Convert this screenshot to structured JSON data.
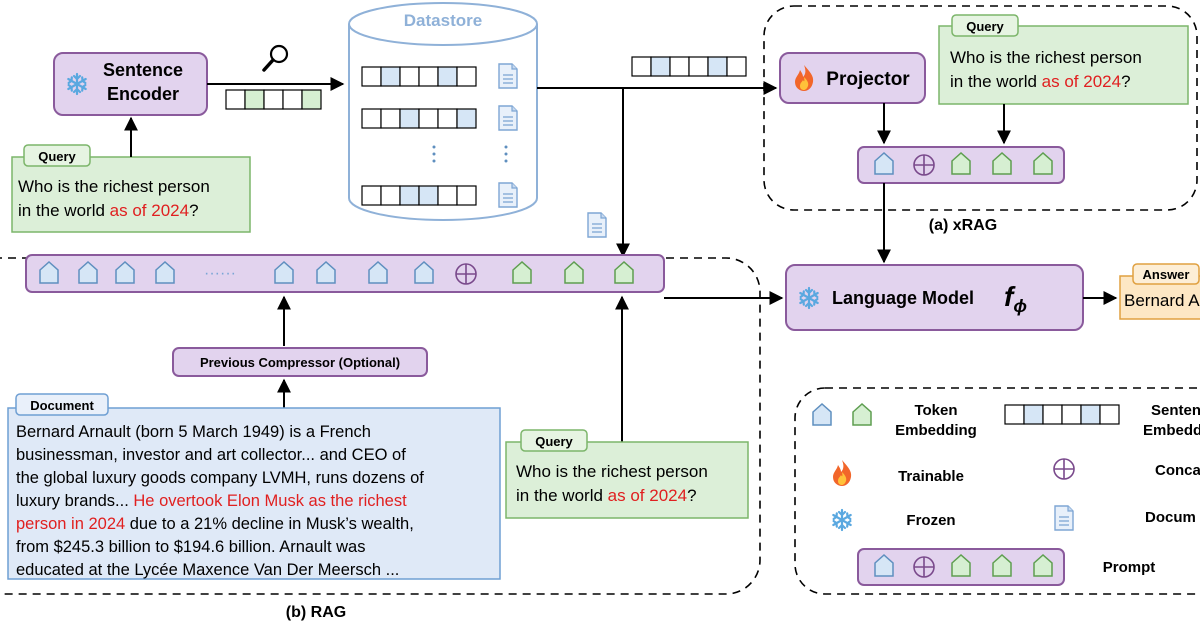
{
  "colors": {
    "module_fill": "#e2d3ee",
    "module_stroke": "#8a5a9c",
    "query_fill": "#dcefd8",
    "query_stroke": "#7cb56a",
    "doc_fill": "#dfe9f7",
    "doc_stroke": "#6f9fd3",
    "token_blue": "#d6e6f6",
    "token_green": "#d6efd2",
    "highlight_red": "#e02020",
    "answer_fill": "#fde7c4",
    "answer_stroke": "#e0a040",
    "datastore_stroke": "#8fb1d8"
  },
  "icons": {
    "frozen": "snowflake-icon",
    "trainable": "fire-icon",
    "concat": "circled-plus-icon",
    "document": "document-icon",
    "retrieve": "magnifier-icon"
  },
  "sentence_encoder": {
    "label_line1": "Sentence",
    "label_line2": "Encoder"
  },
  "datastore": {
    "title": "Datastore"
  },
  "query_left": {
    "tag": "Query",
    "line1": "Who is the richest person",
    "line2_plain": "in the world ",
    "line2_highlight": "as of 2024",
    "line2_end": "?"
  },
  "xrag": {
    "caption": "(a) xRAG",
    "projector_label": "Projector",
    "query": {
      "tag": "Query",
      "line1": "Who is the richest person",
      "line2_plain": "in the world ",
      "line2_highlight": "as of 2024",
      "line2_end": "?"
    }
  },
  "language_model": {
    "label": "Language Model",
    "symbol": "f",
    "subscript": "ϕ"
  },
  "answer": {
    "tag": "Answer",
    "text": "Bernard A"
  },
  "rag": {
    "caption": "(b) RAG",
    "ellipsis": "······",
    "compressor_label": "Previous Compressor (Optional)",
    "document": {
      "tag": "Document",
      "lines": [
        {
          "plain": "Bernard Arnault (born 5 March 1949) is a French",
          "red": ""
        },
        {
          "plain": "businessman, investor and art collector... and CEO of",
          "red": ""
        },
        {
          "plain": "the global luxury goods company LVMH, runs dozens of",
          "red": ""
        },
        {
          "plain": "luxury brands... ",
          "red": "He overtook Elon Musk as the richest"
        },
        {
          "plain": "",
          "red": "person in 2024",
          "after": " due to a 21% decline in Musk’s wealth,"
        },
        {
          "plain": "from $245.3 billion to $194.6 billion. Arnault was",
          "red": ""
        },
        {
          "plain": "educated at the Lycée Maxence Van Der Meersch ...",
          "red": ""
        }
      ]
    },
    "query": {
      "tag": "Query",
      "line1": "Who is the richest person",
      "line2_plain": "in the world ",
      "line2_highlight": "as of 2024",
      "line2_end": "?"
    }
  },
  "legend": {
    "token_label_line1": "Token",
    "token_label_line2": "Embedding",
    "sentence_label_line1": "Senten",
    "sentence_label_line2": "Embedd",
    "trainable_label": "Trainable",
    "concat_label": "Conca",
    "frozen_label": "Frozen",
    "document_label": "Docum",
    "prompt_label": "Prompt"
  }
}
